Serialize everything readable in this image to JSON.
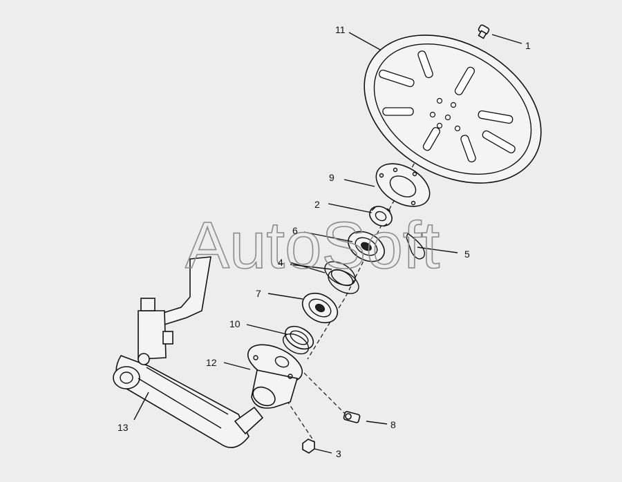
{
  "watermark": "AutoSoft",
  "callouts": {
    "c1": "1",
    "c2": "2",
    "c3": "3",
    "c4": "4",
    "c5": "5",
    "c6": "6",
    "c7": "7",
    "c8": "8",
    "c9": "9",
    "c10": "10",
    "c11": "11",
    "c12": "12",
    "c13": "13"
  }
}
